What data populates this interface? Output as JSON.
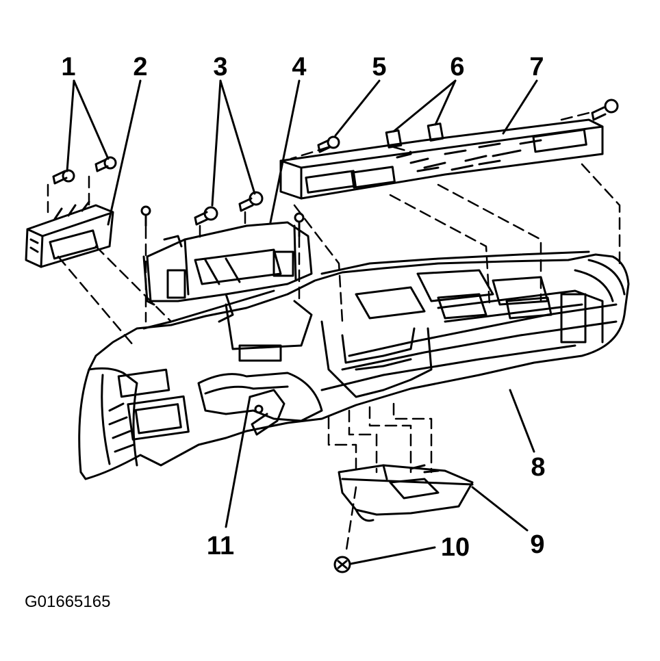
{
  "figure_id": "G01665165",
  "callouts": [
    "1",
    "2",
    "3",
    "4",
    "5",
    "6",
    "7",
    "8",
    "9",
    "10",
    "11"
  ]
}
